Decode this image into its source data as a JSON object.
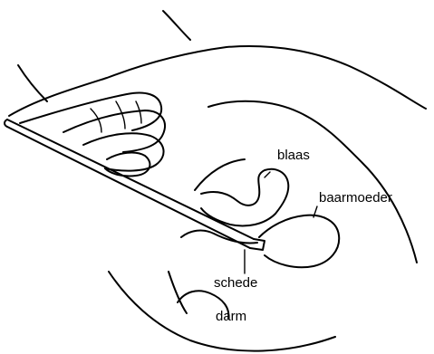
{
  "labels": {
    "blaas": "blaas",
    "baarmoeder": "baarmoeder",
    "schede": "schede",
    "darm": "darm"
  },
  "colors": {
    "ink": "#000000",
    "background": "#ffffff"
  }
}
